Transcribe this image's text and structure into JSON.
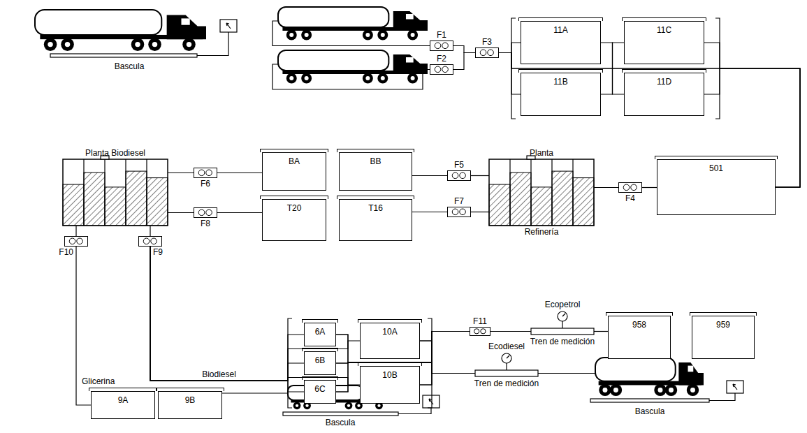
{
  "diagram": {
    "nodes": [
      {
        "text": [
          "F1"
        ]
      },
      {
        "text": [
          "F2"
        ]
      },
      {
        "text": [
          "F3"
        ]
      },
      {
        "text": [
          "11A"
        ]
      },
      {
        "text": [
          "11B"
        ]
      },
      {
        "text": [
          "11C"
        ]
      },
      {
        "text": [
          "11D"
        ]
      },
      {
        "text": [
          "501"
        ]
      },
      {
        "text": [
          "Planta Biodiesel"
        ]
      },
      {
        "text": [
          "F6"
        ]
      },
      {
        "text": [
          "F8"
        ]
      },
      {
        "text": [
          "BA"
        ]
      },
      {
        "text": [
          "T20"
        ]
      },
      {
        "text": [
          "BB"
        ]
      },
      {
        "text": [
          "T16"
        ]
      },
      {
        "text": [
          "F5"
        ]
      },
      {
        "text": [
          "F7"
        ]
      },
      {
        "text": [
          "Planta",
          "Refinería"
        ]
      },
      {
        "text": [
          "F4"
        ]
      },
      {
        "text": [
          "F10"
        ]
      },
      {
        "text": [
          "F9"
        ]
      },
      {
        "text": [
          "6A"
        ]
      },
      {
        "text": [
          "6B"
        ]
      },
      {
        "text": [
          "6C"
        ]
      },
      {
        "text": [
          "10A"
        ]
      },
      {
        "text": [
          "10B"
        ]
      },
      {
        "text": [
          "F11"
        ]
      },
      {
        "text": [
          "Ecopetrol",
          "Tren de medición"
        ]
      },
      {
        "text": [
          "958"
        ]
      },
      {
        "text": [
          "959"
        ]
      },
      {
        "text": [
          "Ecodiesel",
          "Tren de medición"
        ]
      },
      {
        "text": [
          "9A"
        ]
      },
      {
        "text": [
          "9B"
        ]
      }
    ],
    "edges": [
      {
        "from": 0,
        "to": 2,
        "arrow": "none"
      },
      {
        "from": 1,
        "to": 2,
        "arrow": "none"
      },
      {
        "from": 2,
        "to": 3,
        "arrow": "none"
      },
      {
        "from": 2,
        "to": 4,
        "arrow": "none"
      },
      {
        "from": 2,
        "to": 5,
        "arrow": "none"
      },
      {
        "from": 2,
        "to": 6,
        "arrow": "none"
      },
      {
        "from": 3,
        "to": 7,
        "arrow": "none"
      },
      {
        "from": 4,
        "to": 7,
        "arrow": "none"
      },
      {
        "from": 5,
        "to": 7,
        "arrow": "none"
      },
      {
        "from": 6,
        "to": 7,
        "arrow": "none"
      },
      {
        "from": 7,
        "to": 18,
        "arrow": "none"
      },
      {
        "from": 18,
        "to": 17,
        "arrow": "none"
      },
      {
        "from": 17,
        "to": 15,
        "arrow": "none"
      },
      {
        "from": 15,
        "to": 13,
        "arrow": "none"
      },
      {
        "from": 17,
        "to": 16,
        "arrow": "none"
      },
      {
        "from": 16,
        "to": 14,
        "arrow": "none"
      },
      {
        "from": 11,
        "to": 9,
        "arrow": "none"
      },
      {
        "from": 9,
        "to": 8,
        "arrow": "none"
      },
      {
        "from": 12,
        "to": 10,
        "arrow": "none"
      },
      {
        "from": 10,
        "to": 8,
        "arrow": "none"
      },
      {
        "from": 8,
        "to": 19,
        "arrow": "none"
      },
      {
        "from": 19,
        "to": 31,
        "label": "Glicerina",
        "arrow": "none"
      },
      {
        "from": 8,
        "to": 20,
        "arrow": "none"
      },
      {
        "from": 20,
        "to": 21,
        "label": "Biodiesel",
        "arrow": "none"
      },
      {
        "from": 20,
        "to": 22,
        "arrow": "none"
      },
      {
        "from": 20,
        "to": 23,
        "arrow": "none"
      },
      {
        "from": 20,
        "to": 24,
        "arrow": "none"
      },
      {
        "from": 20,
        "to": 25,
        "arrow": "none"
      },
      {
        "from": 21,
        "to": 26,
        "arrow": "none"
      },
      {
        "from": 22,
        "to": 26,
        "arrow": "none"
      },
      {
        "from": 23,
        "to": 26,
        "arrow": "none"
      },
      {
        "from": 24,
        "to": 26,
        "arrow": "none"
      },
      {
        "from": 25,
        "to": 26,
        "arrow": "none"
      },
      {
        "from": 21,
        "to": 30,
        "arrow": "none"
      },
      {
        "from": 22,
        "to": 30,
        "arrow": "none"
      },
      {
        "from": 23,
        "to": 30,
        "arrow": "none"
      },
      {
        "from": 24,
        "to": 30,
        "arrow": "none"
      },
      {
        "from": 25,
        "to": 30,
        "arrow": "none"
      },
      {
        "from": 26,
        "to": 27,
        "arrow": "none"
      },
      {
        "from": 27,
        "to": 28,
        "arrow": "none"
      }
    ],
    "labels": [
      "Bascula",
      "Bascula",
      "Bascula"
    ]
  }
}
